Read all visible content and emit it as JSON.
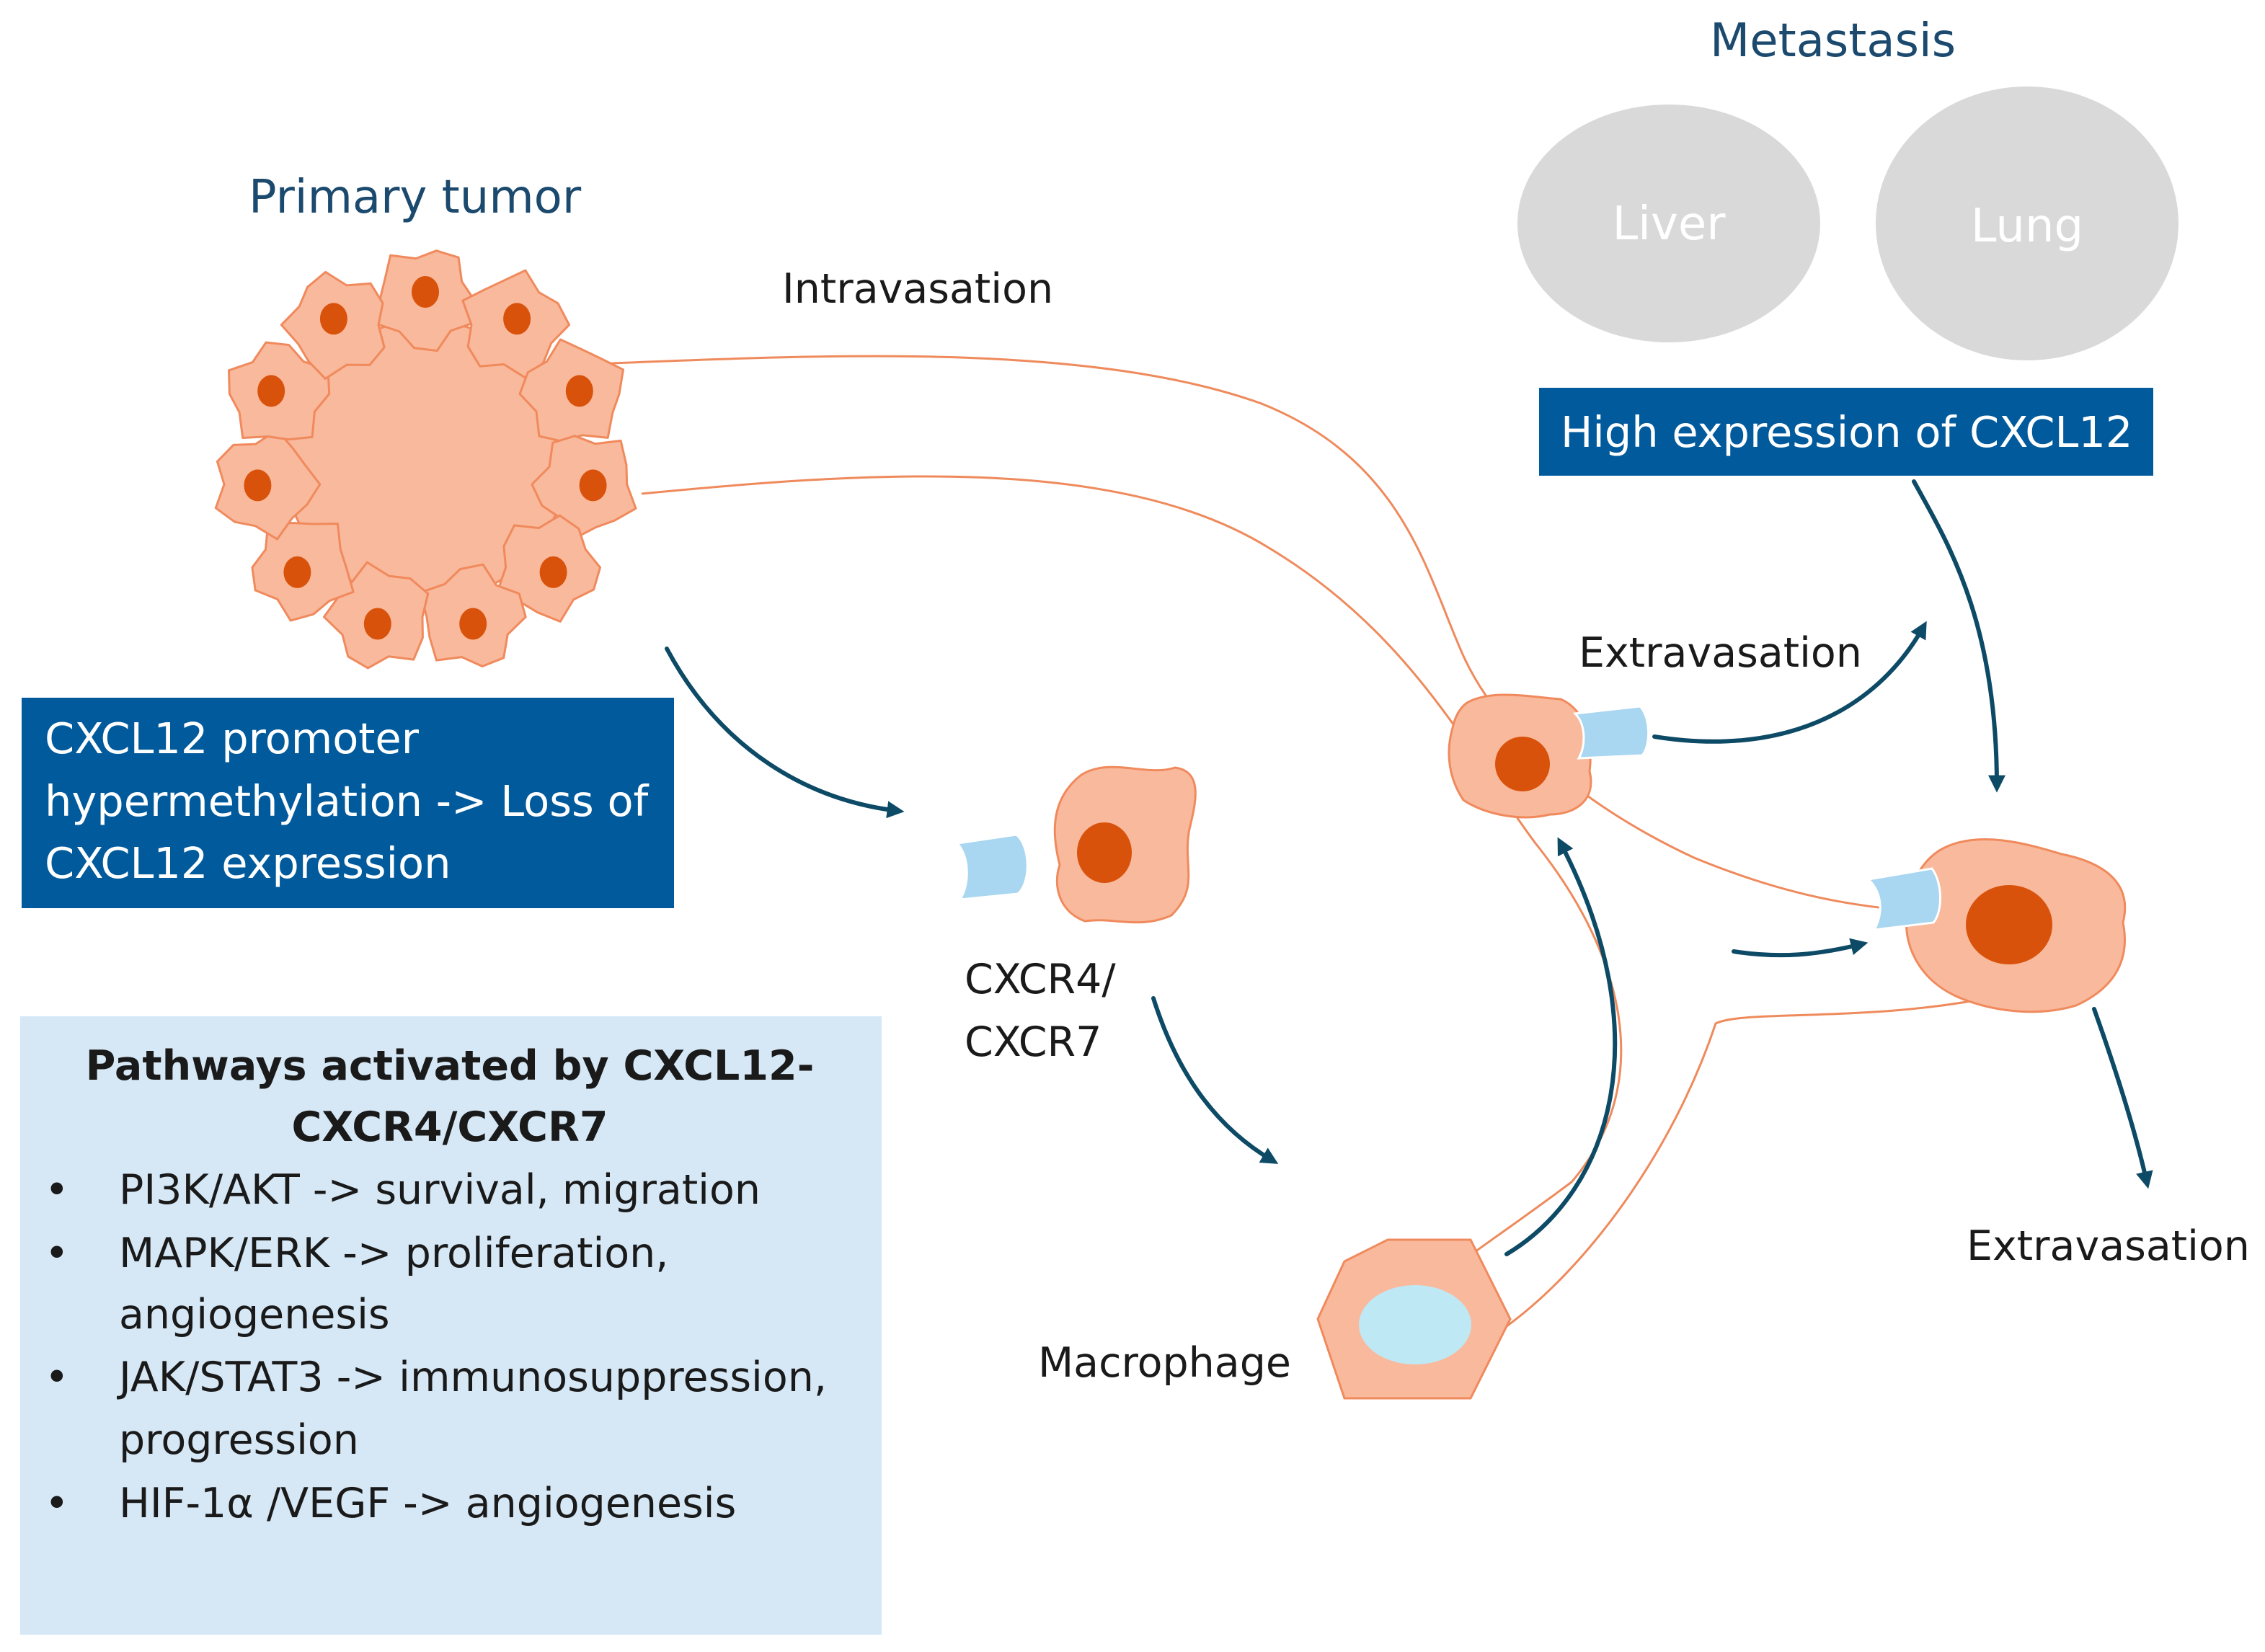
{
  "colors": {
    "cell_fill": "#f9b99c",
    "cell_stroke": "#f08a5d",
    "nucleus": "#d9520b",
    "vessel": "#ef8a5c",
    "arrow": "#0d4a66",
    "receptor": "#a9d6f0",
    "dark_box": "#015a9c",
    "light_box": "#d6e8f6",
    "organ": "#d9d9d9",
    "title": "#1b4a6e"
  },
  "labels": {
    "primary_tumor": "Primary tumor",
    "metastasis": "Metastasis",
    "intravasation": "Intravasation",
    "extravasation_top": "Extravasation",
    "extravasation_bottom": "Extravasation",
    "receptor_line1": "CXCR4/",
    "receptor_line2": "CXCR7",
    "macrophage": "Macrophage"
  },
  "organs": {
    "liver": "Liver",
    "lung": "Lung"
  },
  "high_expression_box": {
    "text": "High expression of CXCL12"
  },
  "promoter_box": {
    "lines": [
      "CXCL12 promoter",
      "hypermethylation -> Loss of",
      "CXCL12 expression"
    ]
  },
  "pathways_box": {
    "title_lines": [
      "Pathways activated by CXCL12-",
      "CXCR4/CXCR7"
    ],
    "bullets": [
      {
        "lines": [
          "PI3K/AKT -> survival, migration"
        ]
      },
      {
        "lines": [
          "MAPK/ERK -> proliferation,",
          "angiogenesis"
        ]
      },
      {
        "lines": [
          "JAK/STAT3 -> immunosuppression,",
          "progression"
        ]
      },
      {
        "lines": [
          "HIF-1α /VEGF -> angiogenesis"
        ]
      }
    ]
  }
}
